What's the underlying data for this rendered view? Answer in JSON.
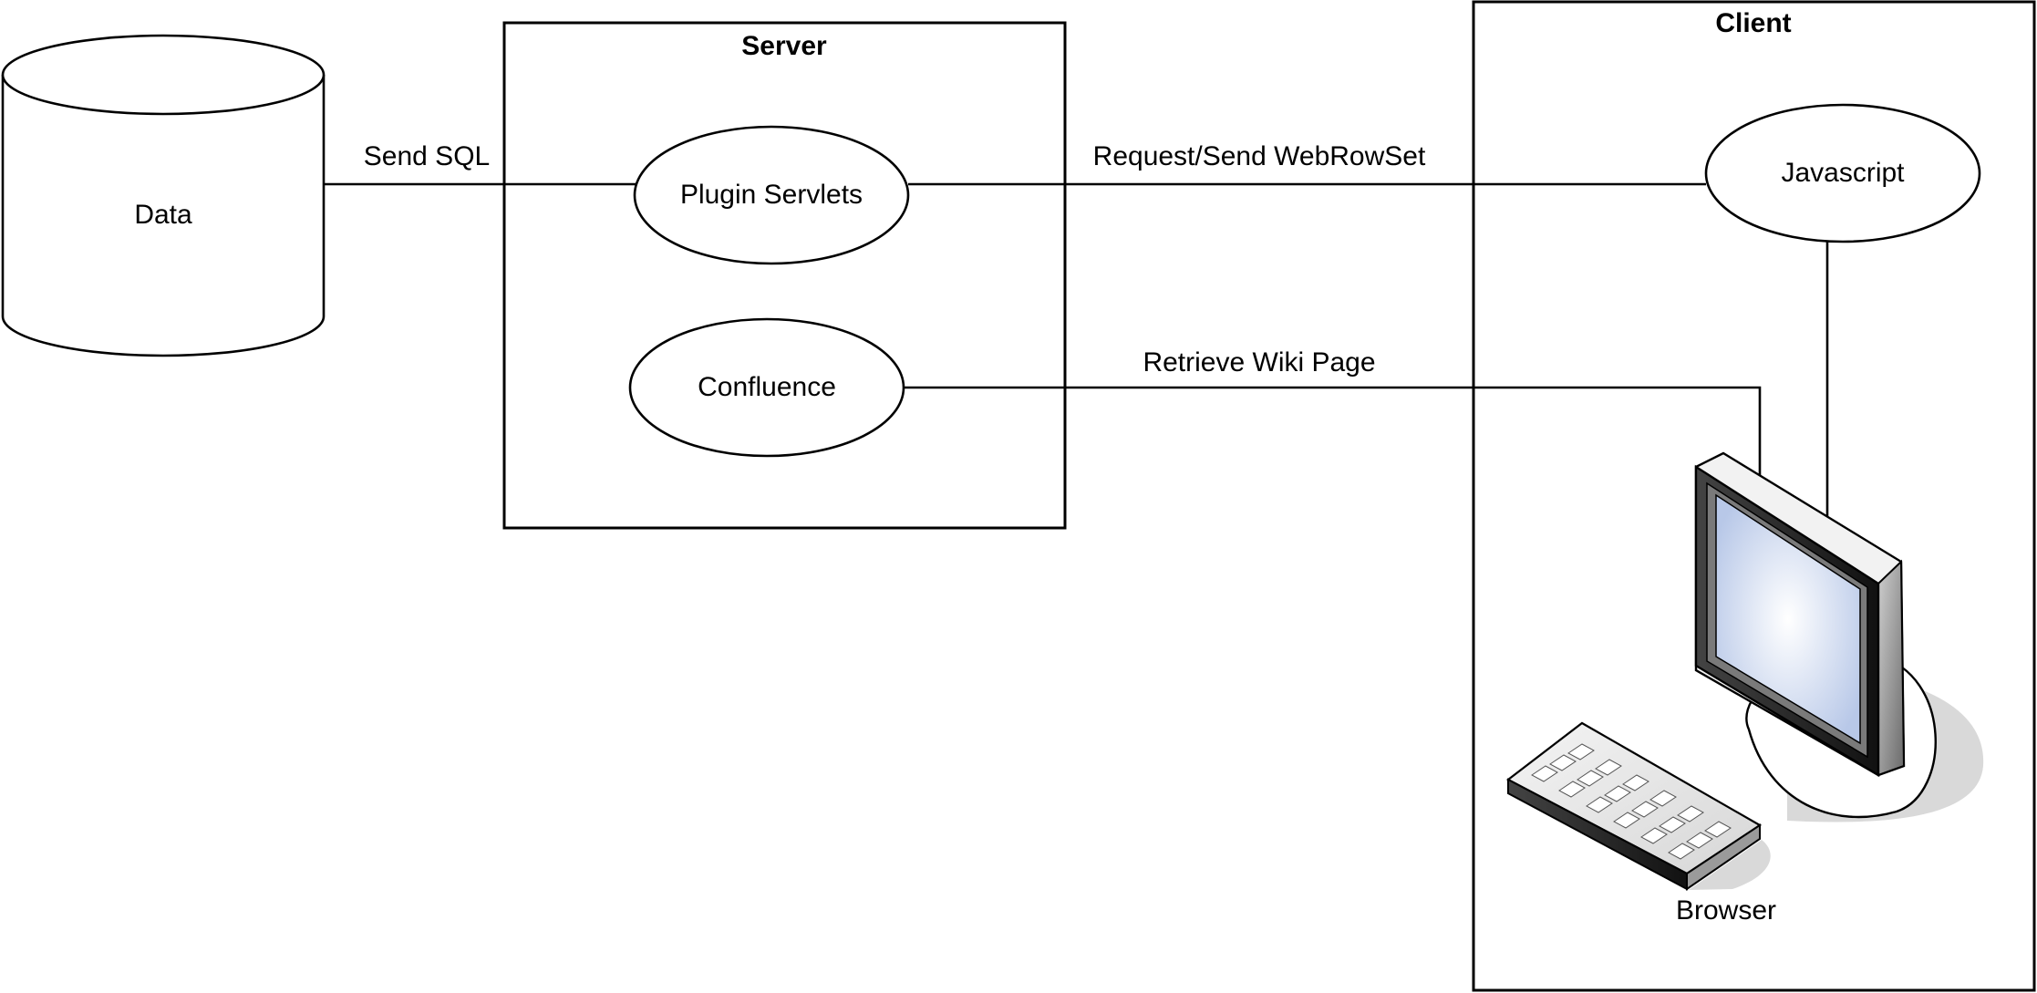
{
  "diagram": {
    "data_store": {
      "label": "Data"
    },
    "server": {
      "title": "Server",
      "plugin_servlets": "Plugin Servlets",
      "confluence": "Confluence"
    },
    "client": {
      "title": "Client",
      "javascript": "Javascript",
      "browser": "Browser"
    },
    "connections": {
      "send_sql": "Send SQL",
      "request_send": "Request/Send WebRowSet",
      "retrieve_wiki": "Retrieve Wiki Page"
    }
  }
}
